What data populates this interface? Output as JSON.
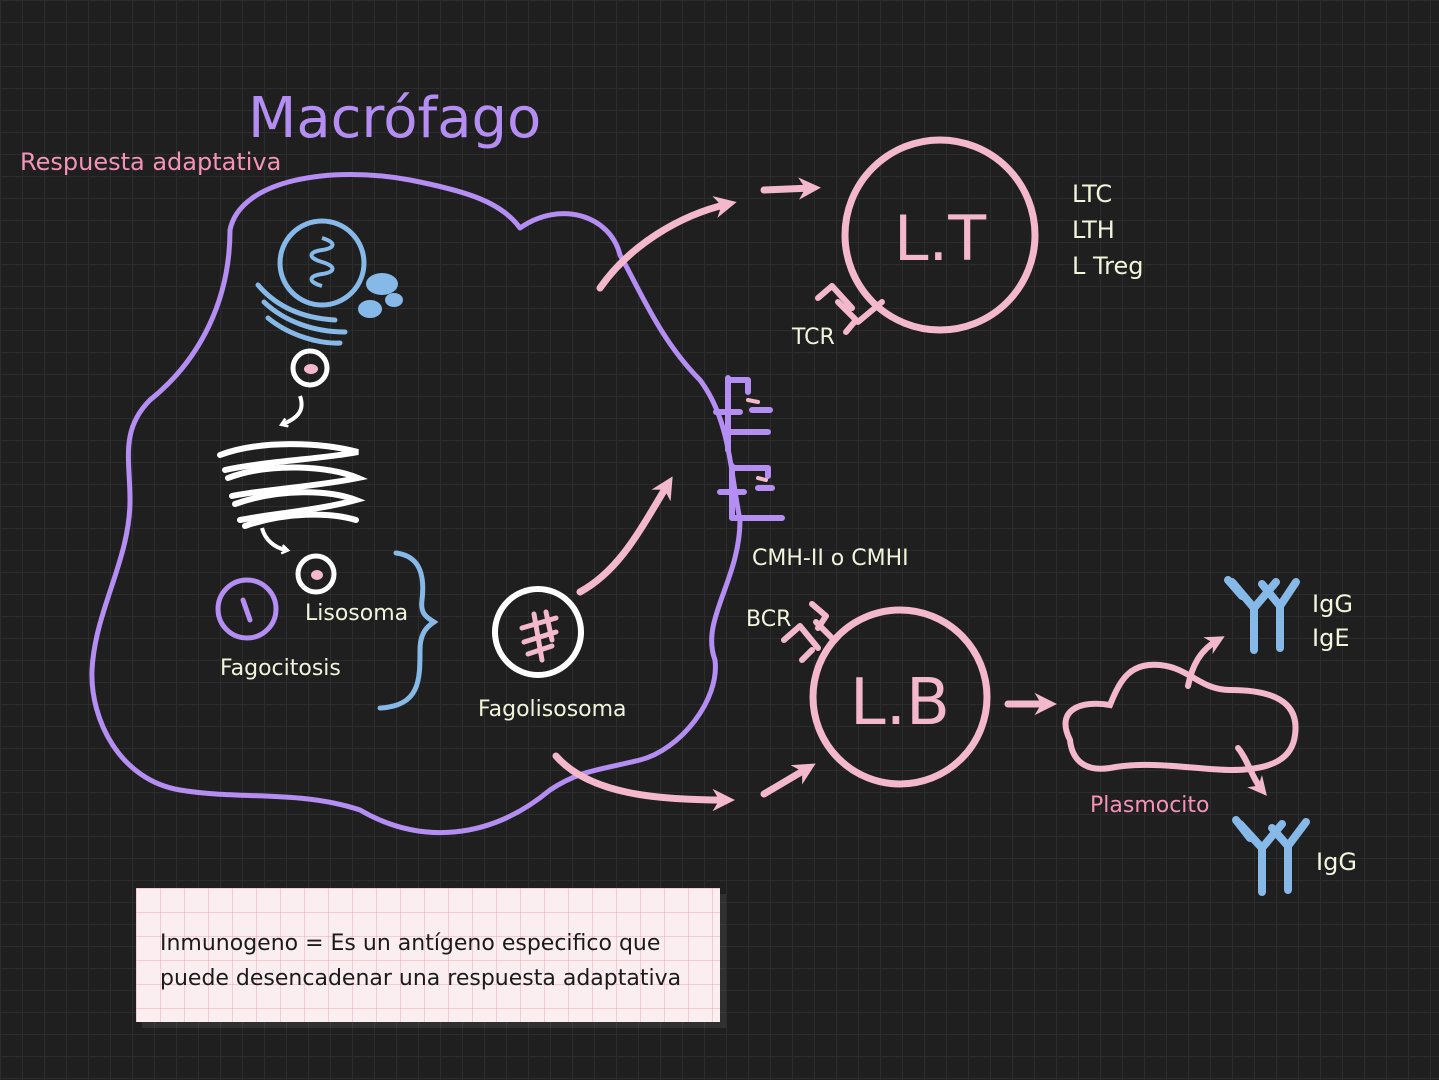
{
  "diagram": {
    "title": "Macrófago",
    "subtitle": "Respuesta adaptativa",
    "labels": {
      "fagocitosis": "Fagocitosis",
      "lisosoma": "Lisosoma",
      "fagolisosoma": "Fagolisosoma",
      "cmh": "CMH-II o CMHI",
      "tcr": "TCR",
      "bcr": "BCR",
      "plasmocito": "Plasmocito"
    },
    "lt_cell": {
      "label": "L.T",
      "types": [
        "LTC",
        "LTH",
        "L Treg"
      ]
    },
    "lb_cell": {
      "label": "L.B"
    },
    "antibodies_top": [
      "IgG",
      "IgE"
    ],
    "antibody_bottom": "IgG"
  },
  "note": {
    "line1": "Inmunogeno = Es un antígeno especifico que",
    "line2": "puede desencadenar una respuesta adaptativa"
  },
  "colors": {
    "background": "#1f1f1f",
    "purple": "#b48ef2",
    "pink": "#f4b8cc",
    "pink_text": "#f493b7",
    "blue": "#86b9e8",
    "white": "#ffffff",
    "cream_text": "#f0f5dc"
  }
}
